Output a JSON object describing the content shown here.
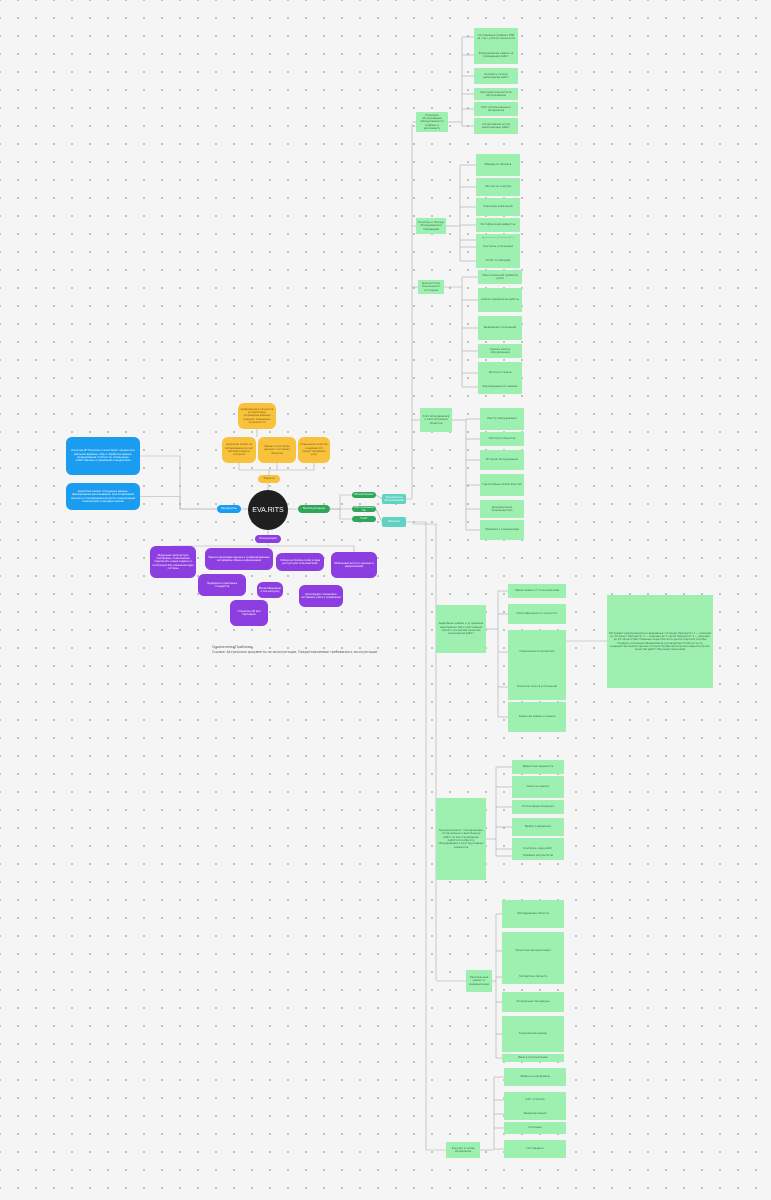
{
  "colors": {
    "background": "#f5f5f5",
    "dot": "#b5b5b5",
    "connector": "#a9a9a9",
    "green_node": "#9ef0b0",
    "teal_node": "#5fd2c2",
    "green_pill": "#2fa65c",
    "blue_node": "#1a9cf0",
    "purple_node": "#8d3ee0",
    "yellow_node": "#f9c23c",
    "center_node": "#1f1f1f"
  },
  "center": {
    "label": "EVA.RITS"
  },
  "caption": {
    "line1": "Ограничения/Проблемы",
    "line2": "Ссылка: Актуальные документы по эксплуатации, Предоставляемые требования к эксплуатации"
  },
  "branches": {
    "left": "Продукты",
    "right": "Эксплуатация",
    "top": "Задачи",
    "bottom": "Концепция"
  },
  "left_cards": [
    "Контроль ИТ\nКонтроль и мониторинг процессов в реальном времени, сбор и обработка данных, формирование отчётности, оповещение ответственных и управление инцидентами",
    "Аналитика\nАнализ полученных данных, формирование рекомендаций, прогнозирование нагрузки и планирование ресурсов, визуализация показателей и ключевых метрик"
  ],
  "top_cards": [
    "Цифровизация процессов эксплуатации, сокращение времени реакции, повышение прозрачности",
    "Снижение затрат на обслуживание за счёт автоматизации и контроля",
    "Единая точка сбора данных о состоянии объектов",
    "Повышение качества и надёжности предоставляемых услуг"
  ],
  "bottom_cards": [
    "Модульная архитектура платформы, позволяющая подключать новые сервисы и интеграции без изменения ядра системы",
    "Единое хранилище данных и унифицированные интерфейсы обмена информацией",
    "Гибкая настройка ролей и прав доступа для пользователей",
    "Мобильный доступ к данным и уведомлениям",
    "Поддержка отраслевых стандартов",
    "Масштабирование под нагрузку",
    "Интеграция с внешними системами учёта и управления",
    "Открытые API для партнёров"
  ],
  "ops_pills": [
    "Мониторинг",
    "Обслуживание",
    "Учёт"
  ],
  "ops_teal": [
    "Техническое обслуживание",
    "Ремонты"
  ],
  "groups_upper": [
    {
      "label": "Плановое обслуживание оборудования по графику и регламенту",
      "items": [
        "Составление графика ППР на год с учётом сезонности",
        "Формирование заявок на проведение работ",
        "Контроль сроков выполнения работ",
        "Фиксация результатов обслуживания",
        "Учёт использованных материалов",
        "Согласование актов выполненных работ"
      ]
    },
    {
      "label": "Осмотры и обходы оборудования и помещений",
      "items": [
        "Маршруты обходов",
        "Чек-листы осмотра",
        "Фиксация замечаний",
        "Фотофиксация дефектов",
        "Передача замечаний в работу",
        "Контроль устранения",
        "Отчёт по обходам"
      ]
    },
    {
      "label": "Диагностика технического состояния",
      "items": [
        "Сбор показаний приборов учёта",
        "Анализ параметров работы",
        "Выявление отклонений",
        "Оценка износа оборудования",
        "Прогноз отказов",
        "Рекомендации по замене"
      ]
    },
    {
      "label": "Учёт оборудования и паспортизация объектов",
      "items": [
        "Реестр оборудования",
        "Паспорта объектов",
        "История обслуживания",
        "Гарантийные обязательства",
        "Документация производителя",
        "Привязка к помещениям"
      ]
    }
  ],
  "groups_lower": [
    {
      "label": "Аварийные заявки и устранение неисправностей в кратчайшие сроки с контролем качества выполнения работ",
      "items": [
        "Приём заявок от пользователей",
        "Классификация по срочности",
        "Назначение исполнителя",
        "Контроль сроков устранения",
        "Закрытие заявки и оценка"
      ],
      "side_card": "Регламент реагирования на аварийные ситуации\nПриоритет 1 — реакция до 30 минут\nПриоритет 2 — реакция до 2 часов\nПриоритет 3 — реакция до 24 часов\nОтветственные лица\nКонтакты диспетчерской службы\nПорядок эскалации\nУведомление руководства\nОтчётность по инцидентам\nАнализ причин отказов\nПрофилактические меры\nКонтроль качества работ\nОбучение персонала"
    },
    {
      "label": "Текущий ремонт: планирование, согласование и выполнение работ по восстановлению работоспособности оборудования и конструктивных элементов",
      "items": [
        "Дефектная ведомость",
        "Смета на ремонт",
        "Согласование бюджета",
        "Выбор подрядчика",
        "Контроль хода работ",
        "Приёмка результатов"
      ]
    },
    {
      "label": "Капитальный ремонт и модернизация",
      "items": [
        "Обследование объекта",
        "Проектная документация",
        "Экспертиза проекта",
        "Конкурсные процедуры",
        "Технический надзор",
        "Ввод в эксплуатацию"
      ]
    },
    {
      "label": "Закупки и склад материалов",
      "items": [
        "Заявки на материалы",
        "Учёт остатков",
        "Инвентаризация",
        "Списание",
        "Поставщики"
      ]
    }
  ]
}
